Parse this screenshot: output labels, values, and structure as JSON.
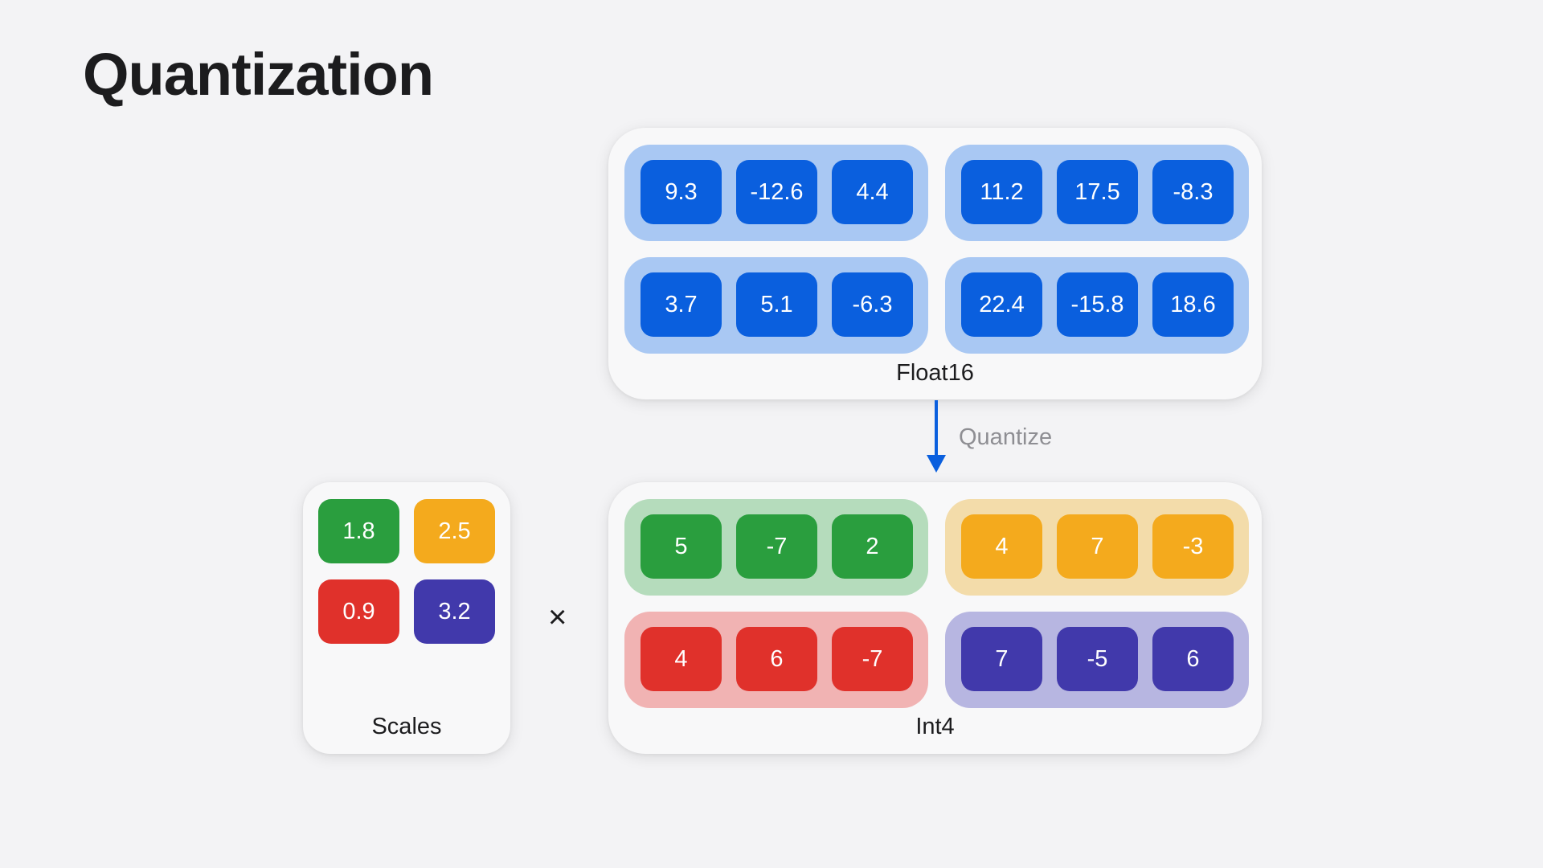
{
  "title": "Quantization",
  "float16": {
    "label": "Float16",
    "groups": [
      [
        "9.3",
        "-12.6",
        "4.4"
      ],
      [
        "11.2",
        "17.5",
        "-8.3"
      ],
      [
        "3.7",
        "5.1",
        "-6.3"
      ],
      [
        "22.4",
        "-15.8",
        "18.6"
      ]
    ]
  },
  "arrow": {
    "label": "Quantize"
  },
  "int4": {
    "label": "Int4",
    "groups": [
      [
        "5",
        "-7",
        "2"
      ],
      [
        "4",
        "7",
        "-3"
      ],
      [
        "4",
        "6",
        "-7"
      ],
      [
        "7",
        "-5",
        "6"
      ]
    ]
  },
  "operator": "×",
  "scales": {
    "label": "Scales",
    "values": [
      "1.8",
      "2.5",
      "0.9",
      "3.2"
    ]
  },
  "colors": {
    "blue": "#0a5fde",
    "green": "#2a9e3e",
    "yellow": "#f4aa1d",
    "red": "#e0312b",
    "purple": "#4139ab"
  }
}
